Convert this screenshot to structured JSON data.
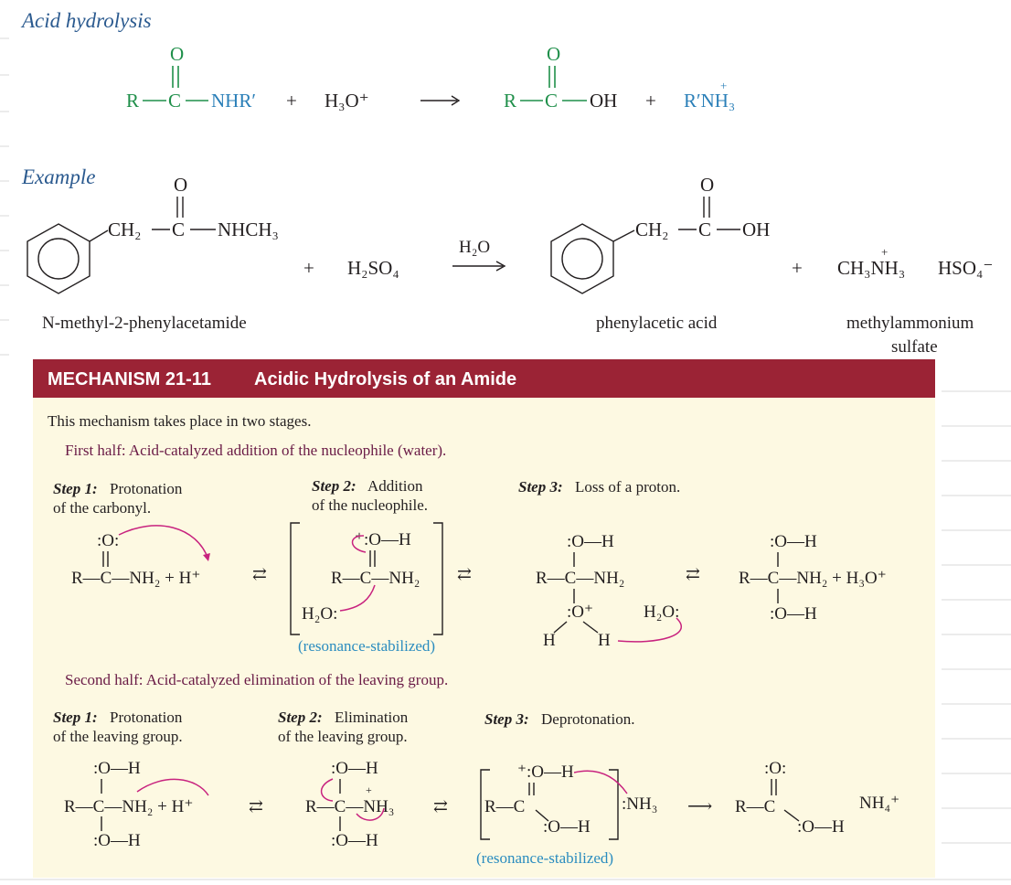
{
  "section_acid": "Acid hydrolysis",
  "section_example": "Example",
  "general_eq": {
    "reactant_O": "O",
    "reactant_R": "R",
    "reactant_C": "C",
    "reactant_NHR": "NHR′",
    "plus1": "+",
    "reagent": "H₃O⁺",
    "product_O": "O",
    "product_R": "R",
    "product_C": "C",
    "product_OH": "OH",
    "plus2": "+",
    "amine": "R′NH₃",
    "amine_plus": "+"
  },
  "example_eq": {
    "reactant_CH2": "CH₂",
    "reactant_C": "C",
    "reactant_O": "O",
    "reactant_N": "NHCH₃",
    "plus1": "+",
    "acid": "H₂SO₄",
    "arrow_label": "H₂O",
    "product_CH2": "CH₂",
    "product_C": "C",
    "product_O": "O",
    "product_OH": "OH",
    "plus2": "+",
    "salt": "CH₃NH₃",
    "salt_plus": "+",
    "anion": "HSO₄⁻",
    "reactant_name": "N-methyl-2-phenylacetamide",
    "product_name": "phenylacetic acid",
    "salt_name_1": "methylammonium",
    "salt_name_2": "sulfate"
  },
  "mechanism": {
    "number": "MECHANISM 21-11",
    "title": "Acidic Hydrolysis of an Amide",
    "intro": "This mechanism takes place in two stages.",
    "first_half": "First half: Acid-catalyzed addition of the nucleophile (water).",
    "second_half": "Second half: Acid-catalyzed elimination of the leaving group.",
    "h1_step1_b": "Step 1:",
    "h1_step1_t1": "Protonation",
    "h1_step1_t2": "of the carbonyl.",
    "h1_step2_b": "Step 2:",
    "h1_step2_t1": "Addition",
    "h1_step2_t2": "of the nucleophile.",
    "h1_step3_b": "Step 3:",
    "h1_step3_t1": "Loss of a proton.",
    "resonance": "(resonance-stabilized)",
    "h2_step1_b": "Step 1:",
    "h2_step1_t1": "Protonation",
    "h2_step1_t2": "of the leaving group.",
    "h2_step2_b": "Step 2:",
    "h2_step2_t1": "Elimination",
    "h2_step2_t2": "of the leaving group.",
    "h2_step3_b": "Step 3:",
    "h2_step3_t1": "Deprotonation.",
    "resonance2": "(resonance-stabilized)"
  },
  "colors": {
    "banner": "#9b2335",
    "panel": "#fdf9e2",
    "green": "#1f8f4a",
    "blue": "#2a7fb8",
    "arrow": "#c8237f"
  }
}
